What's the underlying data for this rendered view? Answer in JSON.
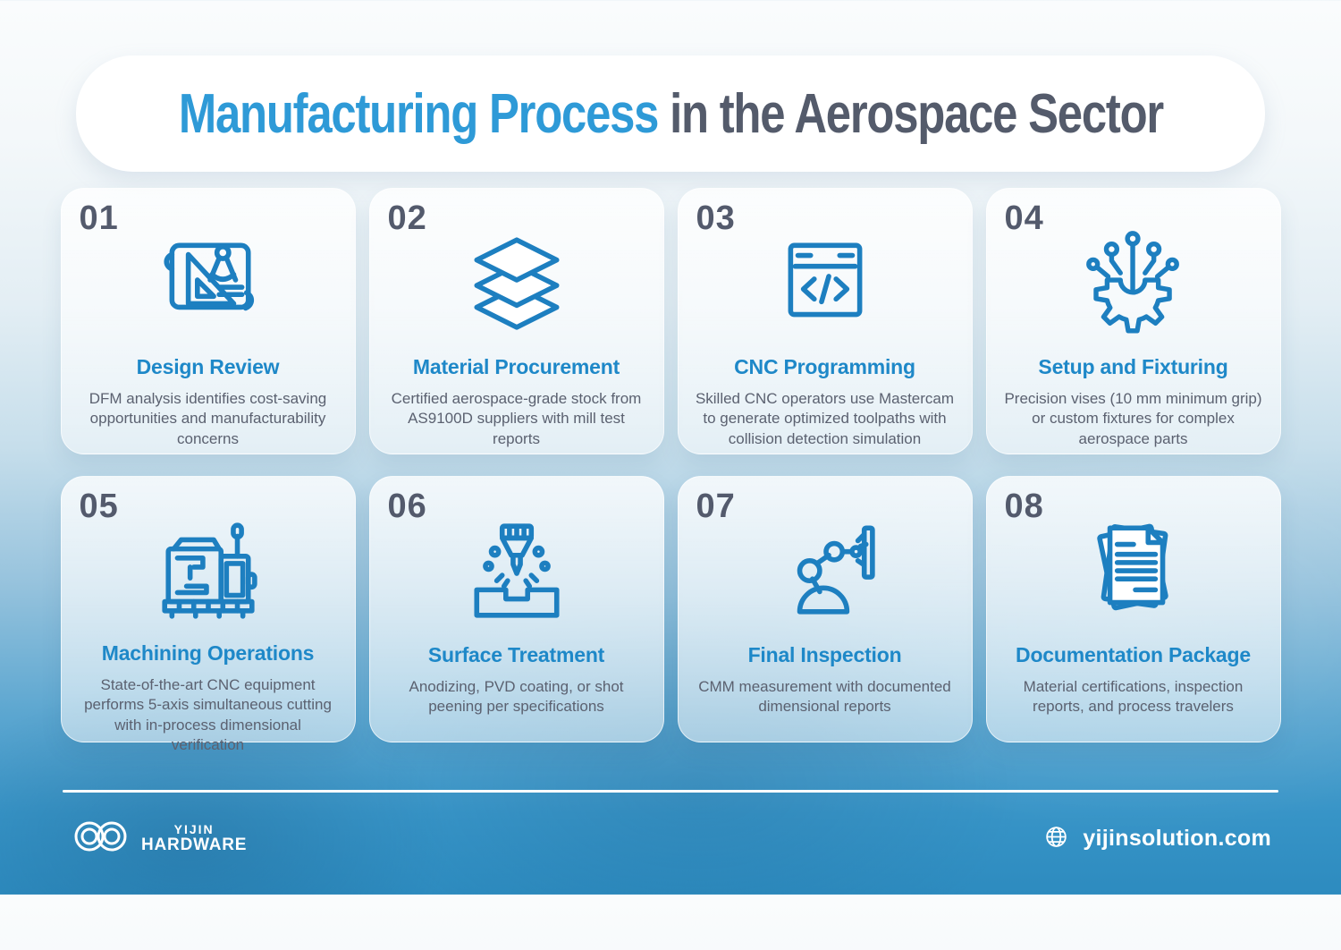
{
  "header": {
    "title_highlight": "Manufacturing Process",
    "title_rest": " in the Aerospace Sector"
  },
  "steps": [
    {
      "number": "01",
      "title": "Design Review",
      "icon": "blueprint-compass-icon",
      "description": "DFM analysis identifies cost-saving opportunities and manufacturability concerns"
    },
    {
      "number": "02",
      "title": "Material Procurement",
      "icon": "material-layers-icon",
      "description": "Certified aerospace-grade stock from AS9100D suppliers with mill test reports"
    },
    {
      "number": "03",
      "title": "CNC Programming",
      "icon": "code-window-icon",
      "description": "Skilled CNC operators use Mastercam to generate optimized toolpaths with collision detection simulation"
    },
    {
      "number": "04",
      "title": "Setup and Fixturing",
      "icon": "gear-circuit-icon",
      "description": "Precision vises (10 mm minimum grip) or custom fixtures for complex aerospace parts"
    },
    {
      "number": "05",
      "title": "Machining Operations",
      "icon": "cnc-machine-icon",
      "description": "State-of-the-art CNC equipment performs 5-axis simultaneous cutting with in-process dimensional verification"
    },
    {
      "number": "06",
      "title": "Surface Treatment",
      "icon": "surface-blast-icon",
      "description": "Anodizing, PVD coating, or shot peening per specifications"
    },
    {
      "number": "07",
      "title": "Final Inspection",
      "icon": "robot-arm-icon",
      "description": "CMM measurement with documented dimensional reports"
    },
    {
      "number": "08",
      "title": "Documentation Package",
      "icon": "documents-stack-icon",
      "description": "Material certifications, inspection reports, and process travelers"
    }
  ],
  "footer": {
    "brand_line1": "YIJIN",
    "brand_line2": "HARDWARE",
    "website": "yijinsolution.com",
    "globe_icon": "globe-icon",
    "brand_icon": "infinity-rings-icon"
  },
  "colors": {
    "icon_blue": "#1d7fc0",
    "heading_blue": "#1e88c8",
    "title_highlight_blue": "#2e9ad7",
    "title_dark": "#545b6b",
    "number_gray": "#535a6c",
    "body_gray": "#5b6170",
    "footer_white": "#ffffff",
    "background_bottom_blue": "#2d8bbf"
  }
}
